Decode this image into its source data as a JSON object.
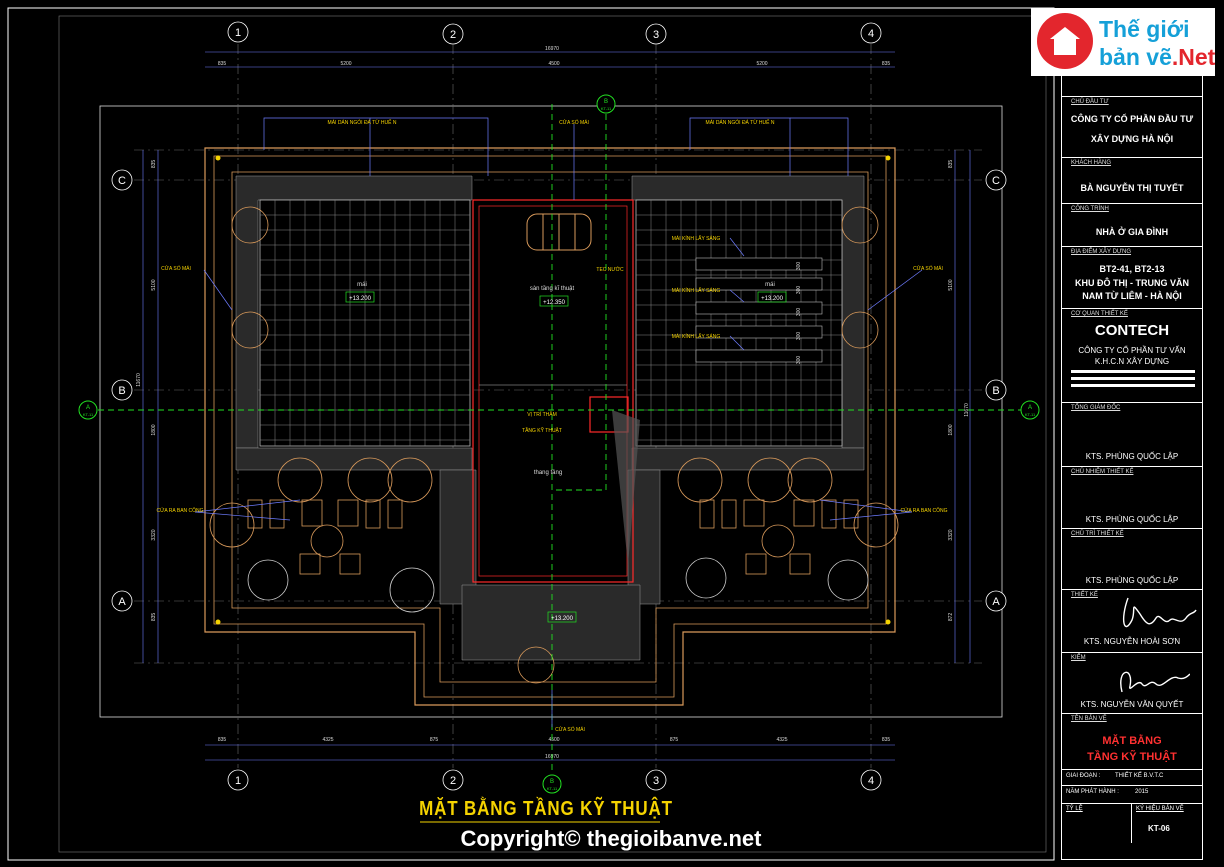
{
  "drawing": {
    "title": "MẶT BẰNG TẦNG KỸ THUẬT",
    "copyright": "Copyright© thegioibanve.net",
    "axes_top": [
      "1",
      "2",
      "3",
      "4"
    ],
    "axes_bottom": [
      "1",
      "2",
      "3",
      "4"
    ],
    "axes_left": [
      "C",
      "B",
      "A"
    ],
    "axes_right": [
      "C",
      "B",
      "A"
    ],
    "overall_dim": "16970",
    "top_dims": [
      "835",
      "5200",
      "4500",
      "5200",
      "835"
    ],
    "bottom_dims": [
      "835",
      "4325",
      "875",
      "4500",
      "875",
      "4325",
      "835"
    ],
    "left_dims": [
      "835",
      "5100",
      "1800",
      "3320",
      "835"
    ],
    "left_overall": "11670",
    "right_dims": [
      "835",
      "5100",
      "1800",
      "3320",
      "872"
    ],
    "right_overall": "11670",
    "section_marks": {
      "top": "B",
      "top_sub": "KT-11",
      "left": "A",
      "left_sub": "KT-11",
      "right": "A",
      "right_sub": "KT-11",
      "bottom": "B",
      "bottom_sub": "KT-11"
    },
    "labels": {
      "roof_left": "MÁI DÁN NGÓI ĐÁ TỪ HUẾ N",
      "roof_right": "MÁI DÁN NGÓI ĐÁ TỪ HUẾ N",
      "hatch_top": "CỬA SỔ MÁI",
      "hatch_bottom": "CỬA SỔ MÁI",
      "hatch_left": "CỬA SỔ MÁI",
      "hatch_right": "CỬA SỔ MÁI",
      "door_left": "CỬA RA BAN CÔNG",
      "door_right": "CỬA RA BAN CÔNG",
      "roof_left_room": "mái",
      "roof_right_room": "mái",
      "tech_room": "sàn tầng kĩ thuật",
      "water_tank": "TEC NƯỚC",
      "stair_void": "thang tầng",
      "stair_note_1": "VỊ TRÍ THĂM",
      "stair_note_2": "TẦNG KỸ THUẬT",
      "skylight_1": "MÁI KÍNH LẤY SÁNG",
      "skylight_2": "MÁI KÍNH LẤY SÁNG",
      "skylight_3": "MÁI KÍNH LẤY SÁNG",
      "elev_left": "+13.200",
      "elev_tech": "+12.350",
      "elev_right": "+13.200",
      "elev_bottom": "+13.200",
      "skylight_dims": [
        "300",
        "300",
        "300",
        "300",
        "300"
      ]
    }
  },
  "panel": {
    "brand_line1": "Thế giới",
    "brand_line2_a": "bản vẽ",
    "brand_line2_b": ".Net",
    "owner_label": "CHỦ ĐẦU TƯ",
    "owner_1": "CÔNG TY CỔ PHẦN ĐẦU TƯ",
    "owner_2": "XÂY DỰNG HÀ NỘI",
    "client_label": "KHÁCH HÀNG",
    "client": "BÀ NGUYỄN THỊ TUYẾT",
    "project_label": "CÔNG TRÌNH",
    "project": "NHÀ Ở GIA ĐÌNH",
    "site_label": "ĐỊA ĐIỂM XÂY DỰNG",
    "site_1": "BT2-41, BT2-13",
    "site_2": "KHU ĐÔ THỊ - TRUNG VĂN",
    "site_3": "NAM TỪ LIÊM - HÀ NỘI",
    "design_org_label": "CƠ QUAN THIẾT KẾ",
    "contech": "CONTECH",
    "design_org_1": "CÔNG TY CỔ PHẦN TƯ VẤN",
    "design_org_2": "K.H.C.N XÂY DỰNG",
    "director_label": "TỔNG GIÁM ĐỐC",
    "director": "KTS. PHÙNG QUỐC LẬP",
    "chief_label": "CHỦ NHIỆM THIẾT KẾ",
    "chief": "KTS. PHÙNG QUỐC LẬP",
    "lead_label": "CHỦ TRÌ THIẾT KẾ",
    "lead": "KTS. PHÙNG QUỐC LẬP",
    "designer_label": "THIẾT KẾ",
    "designer": "KTS. NGUYỄN HOÀI SƠN",
    "checker_label": "KIỂM",
    "checker": "KTS. NGUYỄN VĂN QUYẾT",
    "sheet_label": "TÊN BẢN VẼ",
    "sheet_1": "MẶT BẰNG",
    "sheet_2": "TẦNG KỸ THUẬT",
    "phase_label": "GIAI ĐOẠN :",
    "phase": "THIẾT KẾ B.V.T.C",
    "year_label": "NĂM PHÁT HÀNH :",
    "year": "2015",
    "scale_label": "TỶ LỆ",
    "code_label": "KÝ HIỆU BẢN VẼ",
    "code": "KT-06"
  },
  "colors": {
    "background": "#000000",
    "wall": "#d99a5b",
    "grid": "#9aa0ff",
    "axis": "#ffffff",
    "dim": "#6e7cff",
    "red": "#ff2a2a",
    "green": "#22e022",
    "yellow": "#f5d300"
  }
}
